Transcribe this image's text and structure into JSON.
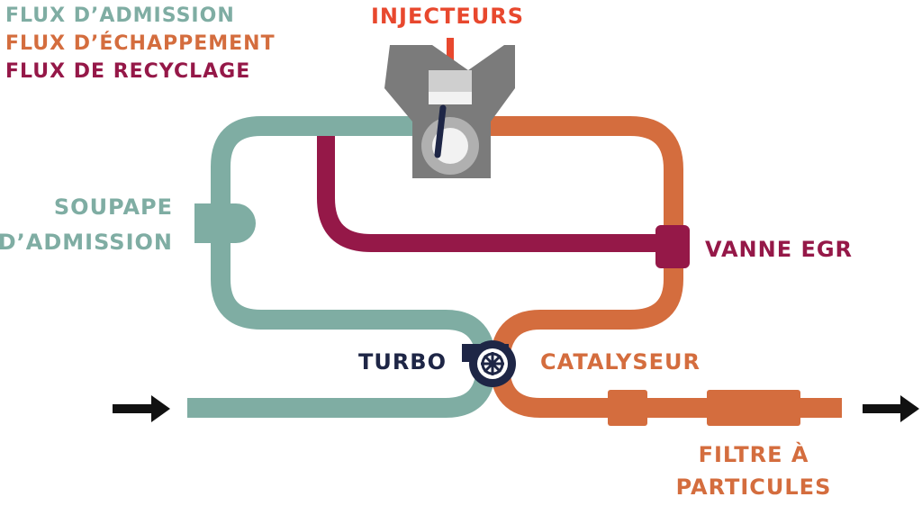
{
  "legend": {
    "intake": "FLUX D’ADMISSION",
    "exhaust": "FLUX D’ÉCHAPPEMENT",
    "recycle": "FLUX DE RECYCLAGE"
  },
  "labels": {
    "injectors": "INJECTEURS",
    "intake_valve_line1": "SOUPAPE",
    "intake_valve_line2": "D’ADMISSION",
    "egr_valve": "VANNE EGR",
    "turbo": "TURBO",
    "catalyst": "CATALYSEUR",
    "dpf_line1": "FILTRE À",
    "dpf_line2": "PARTICULES"
  },
  "colors": {
    "intake": "#7fada3",
    "exhaust": "#d46d3e",
    "recycle": "#951848",
    "injector": "#e8482e",
    "turbo": "#1e2646",
    "engine": "#7b7b7b",
    "arrow": "#111111"
  },
  "icons": {
    "engine": "engine-block-icon",
    "turbo": "turbo-icon",
    "inlet_arrow": "arrow-right-icon",
    "outlet_arrow": "arrow-right-icon"
  }
}
